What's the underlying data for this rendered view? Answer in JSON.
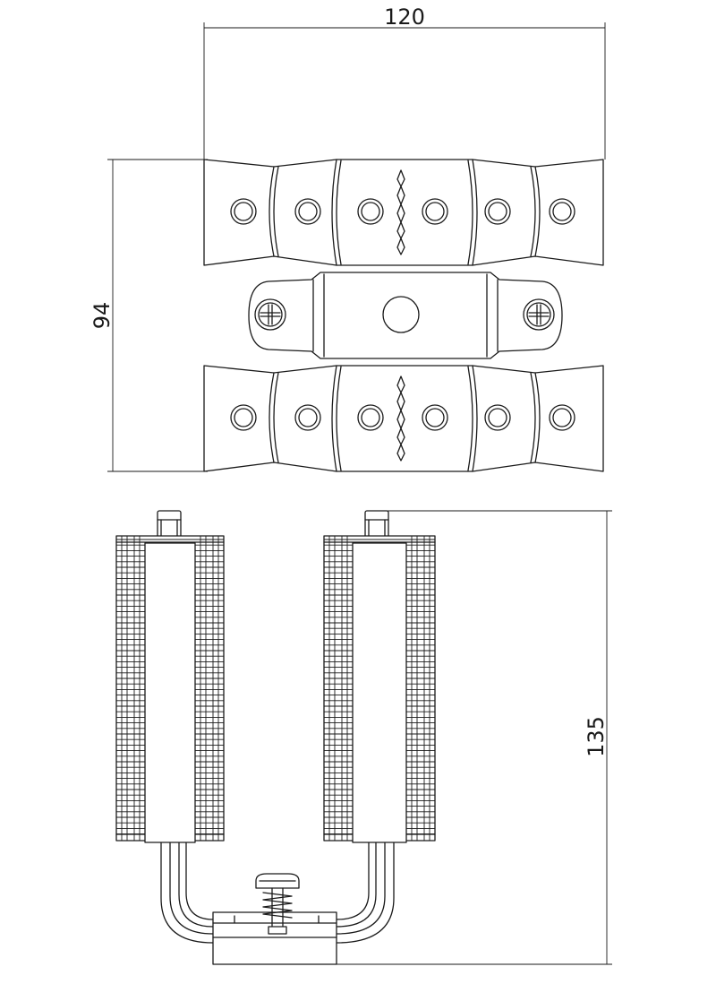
{
  "dimensions": {
    "width": "120",
    "height": "94",
    "overall_height": "135"
  }
}
